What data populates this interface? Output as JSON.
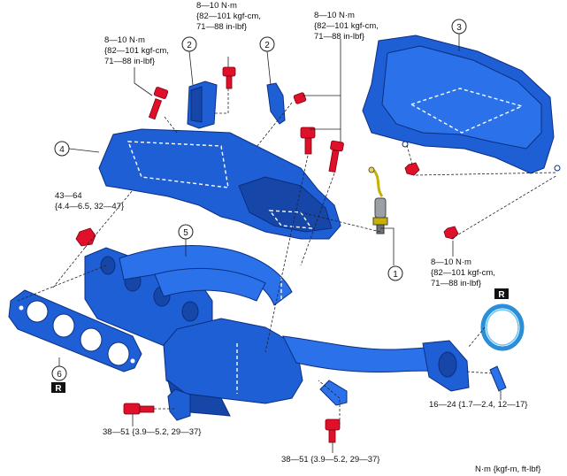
{
  "torque_labels": {
    "t_top_center": [
      "8—10 N·m",
      "{82—101 kgf-cm,",
      "71—88 in-lbf}"
    ],
    "t_top_left": [
      "8—10 N·m",
      "{82—101 kgf-cm,",
      "71—88 in-lbf}"
    ],
    "t_top_right": [
      "8—10 N·m",
      "{82—101 kgf-cm,",
      "71—88 in-lbf}"
    ],
    "t_left_nut": [
      "43—64",
      "{4.4—6.5, 32—47}"
    ],
    "t_right_bottom": [
      "8—10 N·m",
      "{82—101 kgf-cm,",
      "71—88 in-lbf}"
    ],
    "t_stud": "16—24 {1.7—2.4, 12—17}",
    "t_bottom_left": "38—51 {3.9—5.2, 29—37}",
    "t_bottom_center": "38—51 {3.9—5.2, 29—37}"
  },
  "part_numbers": {
    "p1": "1",
    "p2a": "2",
    "p2b": "2",
    "p3": "3",
    "p4": "4",
    "p5": "5",
    "p6": "6"
  },
  "r_marks": {
    "r_gasket_left": "R",
    "r_gasket_right": "R"
  },
  "units": "N·m {kgf-m, ft-lbf}",
  "colors": {
    "part_blue": "#1f5fd6",
    "bolt_red": "#e0102a",
    "r_box": "#111111"
  }
}
